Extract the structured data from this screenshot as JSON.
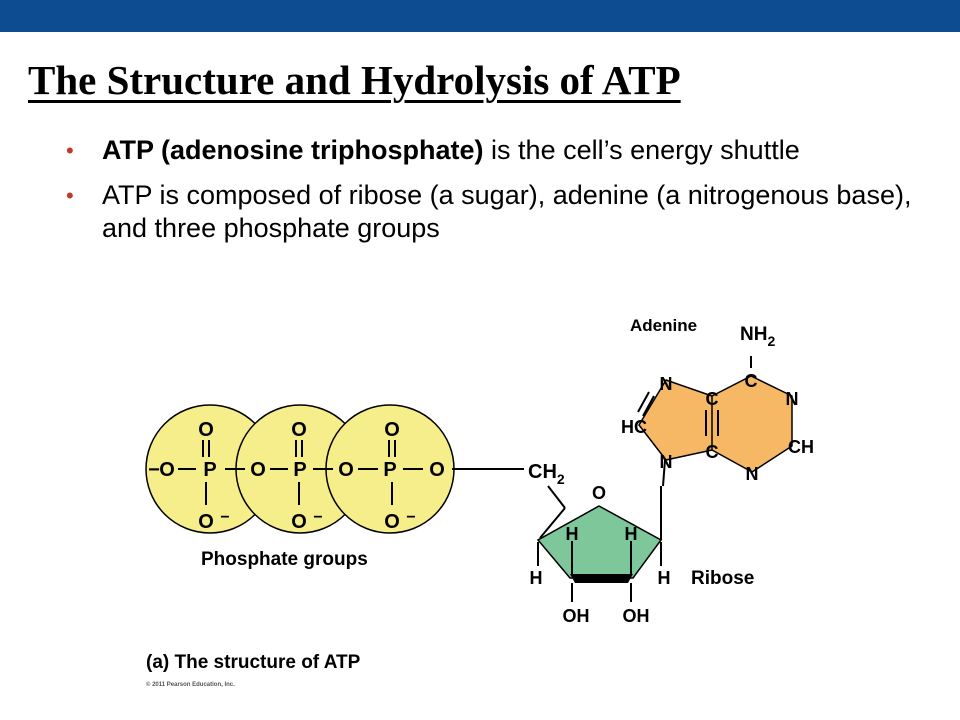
{
  "slide": {
    "title": "The Structure and Hydrolysis of ATP",
    "bullets": [
      {
        "bold": "ATP (adenosine triphosphate)",
        "text": " is the cell’s energy shuttle"
      },
      {
        "bold": "",
        "text": "ATP is composed of ribose (a sugar), adenine (a nitrogenous base), and three phosphate groups"
      }
    ]
  },
  "diagram": {
    "labels": {
      "adenine": "Adenine",
      "phosphate_groups": "Phosphate groups",
      "ribose": "Ribose",
      "caption": "(a) The structure of ATP",
      "copyright": "© 2011 Pearson Education, Inc."
    },
    "atoms": {
      "o": "O",
      "p": "P",
      "minus": "−",
      "c": "C",
      "n": "N",
      "h": "H",
      "hc": "HC",
      "ch": "CH",
      "oh": "OH",
      "nh": "NH",
      "sub2": "2"
    },
    "colors": {
      "phosphate_fill": "#f6ee8a",
      "ribose_fill": "#7dc79a",
      "adenine_fill": "#f7b866",
      "header_bar": "#0e4c92",
      "bullet": "#c0392b"
    }
  }
}
